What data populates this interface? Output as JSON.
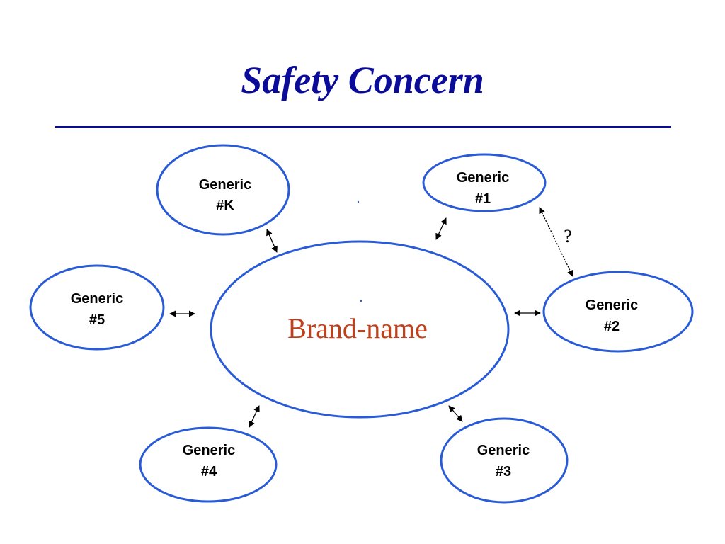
{
  "slide": {
    "title": "Safety Concern",
    "center_label": "Brand-name",
    "generics": [
      {
        "line1": "Generic",
        "line2": "#K"
      },
      {
        "line1": "Generic",
        "line2": "#1"
      },
      {
        "line1": "Generic",
        "line2": "#5"
      },
      {
        "line1": "Generic",
        "line2": "#2"
      },
      {
        "line1": "Generic",
        "line2": "#4"
      },
      {
        "line1": "Generic",
        "line2": "#3"
      }
    ],
    "uncertain_link_label": "?"
  },
  "colors": {
    "title": "#0b0b99",
    "ellipse_stroke": "#2a5bd7",
    "brand_text": "#c0401c",
    "arrow": "#000000"
  }
}
